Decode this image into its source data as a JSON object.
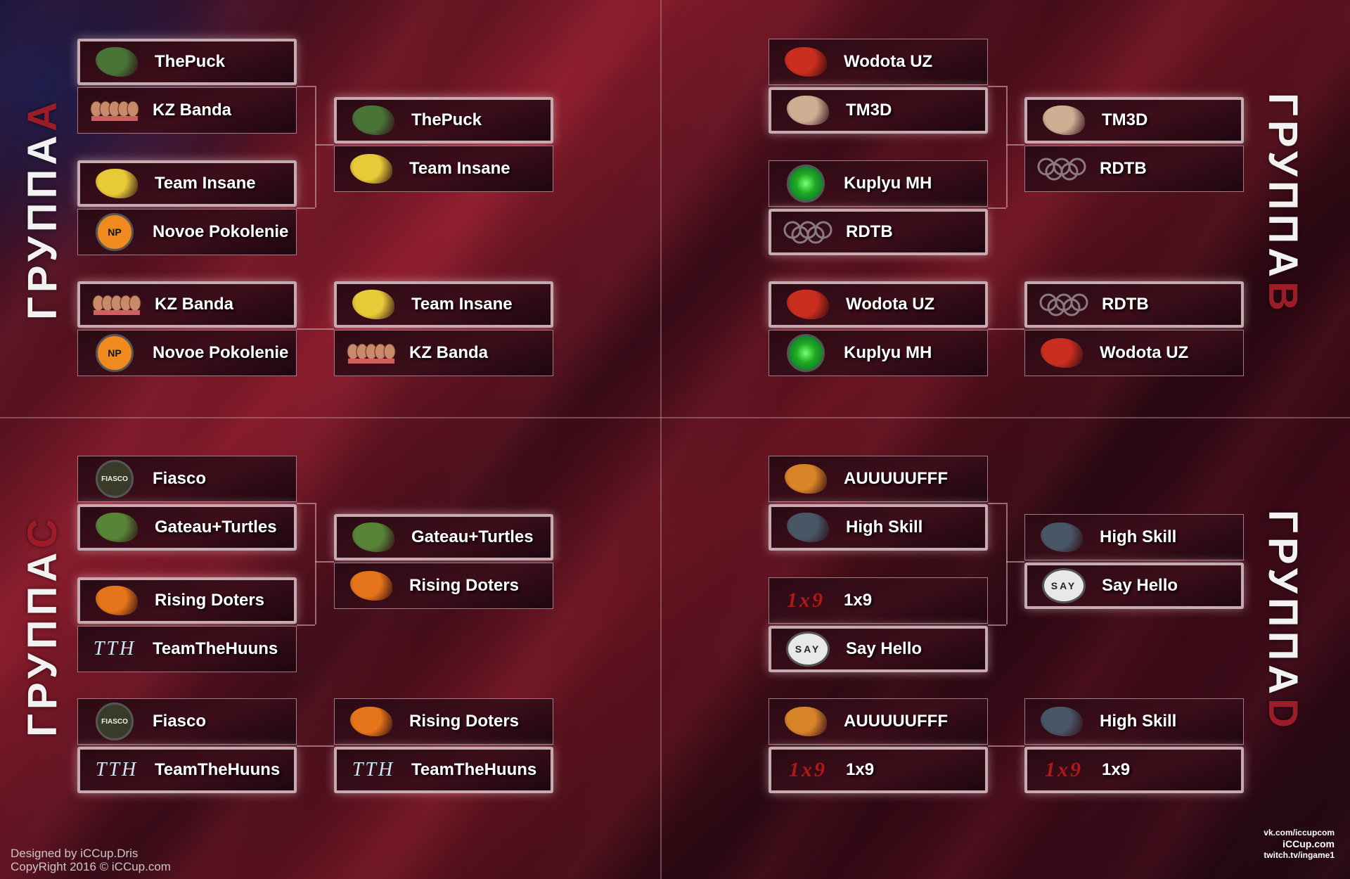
{
  "groups": [
    {
      "word": "ГРУППА",
      "letter": "A",
      "matches": [
        {
          "teams": [
            "ThePuck",
            "KZ Banda"
          ],
          "winner": 0
        },
        {
          "teams": [
            "Team Insane",
            "Novoe Pokolenie"
          ],
          "winner": 0
        },
        {
          "teams": [
            "ThePuck",
            "Team Insane"
          ],
          "winner": 0
        },
        {
          "teams": [
            "KZ Banda",
            "Novoe Pokolenie"
          ],
          "winner": 0
        },
        {
          "teams": [
            "Team Insane",
            "KZ Banda"
          ],
          "winner": 0
        }
      ]
    },
    {
      "word": "ГРУППА",
      "letter": "B",
      "matches": [
        {
          "teams": [
            "Wodota UZ",
            "TM3D"
          ],
          "winner": 1
        },
        {
          "teams": [
            "Kuplyu MH",
            "RDTB"
          ],
          "winner": 1
        },
        {
          "teams": [
            "TM3D",
            "RDTB"
          ],
          "winner": 0
        },
        {
          "teams": [
            "Wodota UZ",
            "Kuplyu MH"
          ],
          "winner": 0
        },
        {
          "teams": [
            "RDTB",
            "Wodota UZ"
          ],
          "winner": 0
        }
      ]
    },
    {
      "word": "ГРУППА",
      "letter": "C",
      "matches": [
        {
          "teams": [
            "Fiasco",
            "Gateau+Turtles"
          ],
          "winner": 1
        },
        {
          "teams": [
            "Rising Doters",
            "TeamTheHuuns"
          ],
          "winner": 0
        },
        {
          "teams": [
            "Gateau+Turtles",
            "Rising Doters"
          ],
          "winner": 0
        },
        {
          "teams": [
            "Fiasco",
            "TeamTheHuuns"
          ],
          "winner": 1
        },
        {
          "teams": [
            "Rising Doters",
            "TeamTheHuuns"
          ],
          "winner": 1
        }
      ]
    },
    {
      "word": "ГРУППА",
      "letter": "D",
      "matches": [
        {
          "teams": [
            "AUUUUUFFF",
            "High Skill"
          ],
          "winner": 1
        },
        {
          "teams": [
            "1x9",
            "Say Hello"
          ],
          "winner": 1
        },
        {
          "teams": [
            "High Skill",
            "Say Hello"
          ],
          "winner": 1
        },
        {
          "teams": [
            "AUUUUUFFF",
            "1x9"
          ],
          "winner": 1
        },
        {
          "teams": [
            "High Skill",
            "1x9"
          ],
          "winner": 1
        }
      ]
    }
  ],
  "team_icons": {
    "ThePuck": {
      "icon": "dragon-icon",
      "color": "#4a7a3a"
    },
    "KZ Banda": {
      "icon": "faces-icon",
      "color": "#c98a6a"
    },
    "Team Insane": {
      "icon": "homer-icon",
      "color": "#f2d33a"
    },
    "Novoe Pokolenie": {
      "icon": "np-logo-icon",
      "color": "#f08a1e",
      "text": "NP"
    },
    "Wodota UZ": {
      "icon": "devil-icon",
      "color": "#d2301e"
    },
    "TM3D": {
      "icon": "tm3d-logo-icon",
      "color": "#d8b79a"
    },
    "Kuplyu MH": {
      "icon": "radar-icon",
      "color": "#3dbb3a"
    },
    "RDTB": {
      "icon": "rings-icon",
      "color": "#8a7a7e"
    },
    "Fiasco": {
      "icon": "fiasco-logo-icon",
      "color": "#3a3a2a",
      "text": "FIASCO"
    },
    "Gateau+Turtles": {
      "icon": "turtles-icon",
      "color": "#5a8a3a"
    },
    "Rising Doters": {
      "icon": "phoenix-icon",
      "color": "#f07a1a"
    },
    "TeamTheHuuns": {
      "icon": "tth-logo-icon",
      "color": "#cfe6f5",
      "text": "TTH"
    },
    "AUUUUUFFF": {
      "icon": "tiger-icon",
      "color": "#e08a2a"
    },
    "High Skill": {
      "icon": "ninja-icon",
      "color": "#4a5a6a"
    },
    "1x9": {
      "icon": "1x9-logo-icon",
      "color": "#b01818",
      "text": "1x9"
    },
    "Say Hello": {
      "icon": "say-logo-icon",
      "color": "#e8e8e8",
      "text": "SAY"
    }
  },
  "footer": {
    "designed_by": "Designed by iCCup.Dris",
    "copyright": "CopyRight 2016 © iCCup.com",
    "links": [
      "vk.com/iccupcom",
      "iCCup.com",
      "twitch.tv/ingame1"
    ]
  }
}
